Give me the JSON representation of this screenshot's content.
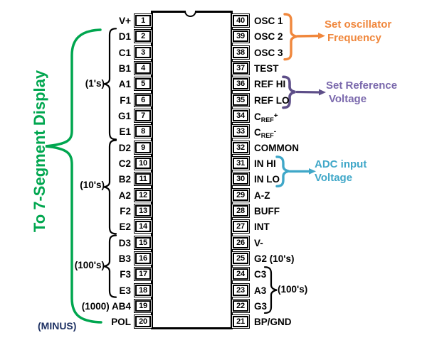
{
  "figure": {
    "type": "ic-pinout-diagram",
    "display_brace_label": "To 7-Segment Display",
    "minus_label": "(MINUS)"
  },
  "chip": {
    "left_pins": [
      {
        "num": "1",
        "label": "V+"
      },
      {
        "num": "2",
        "label": "D1"
      },
      {
        "num": "3",
        "label": "C1"
      },
      {
        "num": "4",
        "label": "B1"
      },
      {
        "num": "5",
        "label": "A1"
      },
      {
        "num": "6",
        "label": "F1"
      },
      {
        "num": "7",
        "label": "G1"
      },
      {
        "num": "8",
        "label": "E1"
      },
      {
        "num": "9",
        "label": "D2"
      },
      {
        "num": "10",
        "label": "C2"
      },
      {
        "num": "11",
        "label": "B2"
      },
      {
        "num": "12",
        "label": "A2"
      },
      {
        "num": "13",
        "label": "F2"
      },
      {
        "num": "14",
        "label": "E2"
      },
      {
        "num": "15",
        "label": "D3"
      },
      {
        "num": "16",
        "label": "B3"
      },
      {
        "num": "17",
        "label": "F3"
      },
      {
        "num": "18",
        "label": "E3"
      },
      {
        "num": "19",
        "label": "(1000) AB4"
      },
      {
        "num": "20",
        "label": "POL"
      }
    ],
    "right_pins": [
      {
        "num": "40",
        "label": "OSC 1"
      },
      {
        "num": "39",
        "label": "OSC 2"
      },
      {
        "num": "38",
        "label": "OSC 3"
      },
      {
        "num": "37",
        "label": "TEST"
      },
      {
        "num": "36",
        "label": "REF HI"
      },
      {
        "num": "35",
        "label": "REF LO"
      },
      {
        "num": "34",
        "label": "CREF+",
        "rich": {
          "base": "C",
          "sub": "REF",
          "sup": "+"
        }
      },
      {
        "num": "33",
        "label": "CREF-",
        "rich": {
          "base": "C",
          "sub": "REF",
          "sup": "-"
        }
      },
      {
        "num": "32",
        "label": "COMMON"
      },
      {
        "num": "31",
        "label": "IN HI"
      },
      {
        "num": "30",
        "label": "IN LO"
      },
      {
        "num": "29",
        "label": "A-Z"
      },
      {
        "num": "28",
        "label": "BUFF"
      },
      {
        "num": "27",
        "label": "INT"
      },
      {
        "num": "26",
        "label": "V-"
      },
      {
        "num": "25",
        "label": "G2 (10's)"
      },
      {
        "num": "24",
        "label": "C3"
      },
      {
        "num": "23",
        "label": "A3"
      },
      {
        "num": "22",
        "label": "G3"
      },
      {
        "num": "21",
        "label": "BP/GND"
      }
    ]
  },
  "groups": {
    "ones": {
      "label": "(1's)",
      "pins": "2-8"
    },
    "tens": {
      "label": "(10's)",
      "pins": "9-14"
    },
    "hundreds": {
      "label": "(100's)",
      "pins": "15-18"
    },
    "hundreds_right": {
      "label": "(100's)",
      "pins": "24-22"
    }
  },
  "annotations": {
    "oscillator": {
      "line1": "Set oscillator",
      "line2": "Frequency",
      "pins": "40-38",
      "color": "#F0873C"
    },
    "reference": {
      "line1": "Set Reference",
      "line2": "Voltage",
      "pins": "36-35",
      "color": "#7A68AC"
    },
    "adc": {
      "line1": "ADC input",
      "line2": "Voltage",
      "pins": "31-30",
      "color": "#3FA7C8"
    }
  },
  "colors": {
    "green": "#00A64F",
    "orange": "#F0873C",
    "purple_text": "#7A68AC",
    "purple_brace": "#5D4E88",
    "teal": "#3FA7C8",
    "minus_text": "#1F3264",
    "ink": "#000000"
  }
}
